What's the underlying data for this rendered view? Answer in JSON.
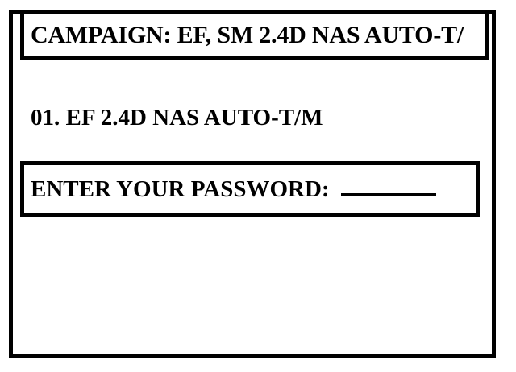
{
  "screen": {
    "background_color": "#ffffff",
    "foreground_color": "#000000"
  },
  "title_bar": {
    "text": "CAMPAIGN: EF, SM 2.4D NAS AUTO-T/"
  },
  "menu": {
    "items": [
      {
        "number": "01.",
        "label": "EF 2.4D NAS AUTO-T/M",
        "text": "01. EF 2.4D NAS AUTO-T/M"
      }
    ],
    "selected_text": "01. EF 2.4D NAS AUTO-T/M"
  },
  "password_prompt": {
    "label": "ENTER YOUR PASSWORD:",
    "value": "",
    "placeholder": ""
  }
}
